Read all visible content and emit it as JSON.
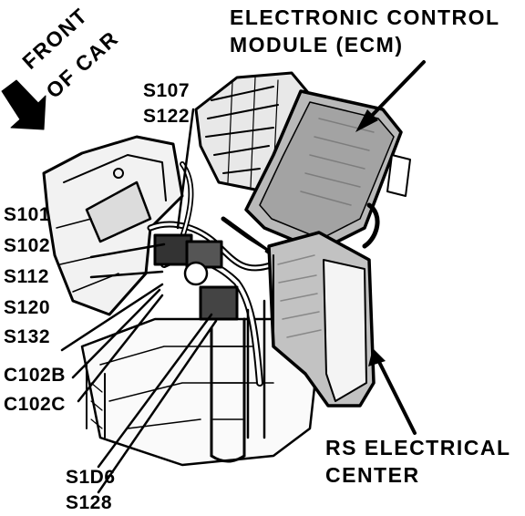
{
  "title": {
    "line1": "ELECTRONIC CONTROL",
    "line2": "MODULE (ECM)"
  },
  "front_indicator": {
    "line1": "FRONT",
    "line2": "OF CAR"
  },
  "labels": {
    "s107": "S107",
    "s122": "S122",
    "s101": "S101",
    "s102": "S102",
    "s112": "S112",
    "s120": "S120",
    "s132": "S132",
    "c102b": "C102B",
    "c102c": "C102C",
    "s106": "S1D6",
    "s128": "S128"
  },
  "rs_center": {
    "line1": "RS ELECTRICAL",
    "line2": "CENTER"
  }
}
